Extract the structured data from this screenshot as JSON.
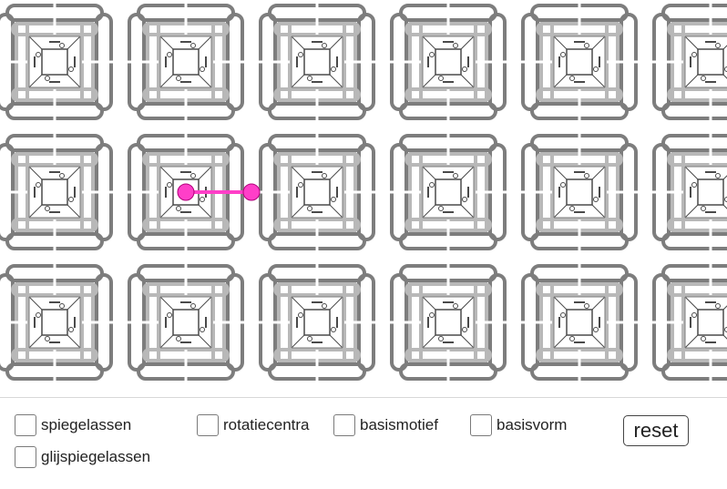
{
  "checkboxes": [
    {
      "id": "spiegelassen",
      "label": "spiegelassen",
      "checked": false
    },
    {
      "id": "rotatiecentra",
      "label": "rotatiecentra",
      "checked": false
    },
    {
      "id": "basismotief",
      "label": "basismotief",
      "checked": false
    },
    {
      "id": "basisvorm",
      "label": "basisvorm",
      "checked": false
    },
    {
      "id": "glijspiegelassen",
      "label": "glijspiegelassen",
      "checked": false
    }
  ],
  "reset_label": "reset",
  "pattern": {
    "columns": 6,
    "rows": 3,
    "handle_points": 2
  },
  "colors": {
    "handle": "#ff3fc8",
    "arrow": "#ff3fc8",
    "stroke_dark": "#4a4a4a",
    "stroke_mid": "#7d7d7d",
    "stroke_light": "#b8b8b8"
  }
}
